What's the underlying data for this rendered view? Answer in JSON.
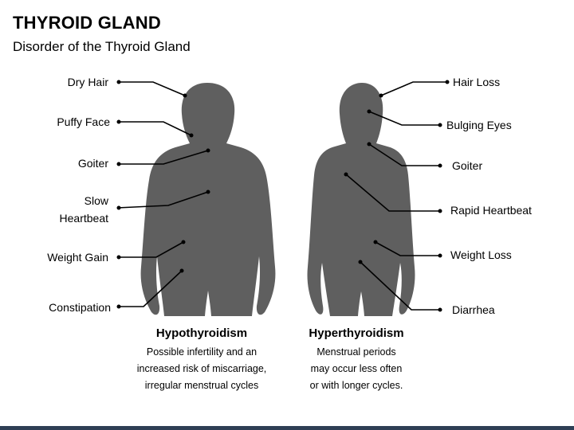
{
  "title": "THYROID GLAND",
  "subtitle": "Disorder of the Thyroid Gland",
  "colors": {
    "silhouette": "#5f5f5f",
    "line": "#000000",
    "footer": "#2e3f55"
  },
  "hypo": {
    "heading": "Hypothyroidism",
    "description": [
      "Possible infertility and an",
      "increased risk of miscarriage,",
      "irregular menstrual cycles"
    ],
    "labels": [
      "Dry Hair",
      "Puffy Face",
      "Goiter",
      "Slow",
      "Heartbeat",
      "Weight Gain",
      "Constipation"
    ]
  },
  "hyper": {
    "heading": "Hyperthyroidism",
    "description": [
      "Menstrual periods",
      "may occur less often",
      "or with longer cycles."
    ],
    "labels": [
      "Hair Loss",
      "Bulging Eyes",
      "Goiter",
      "Rapid Heartbeat",
      "Weight Loss",
      "Diarrhea"
    ]
  }
}
